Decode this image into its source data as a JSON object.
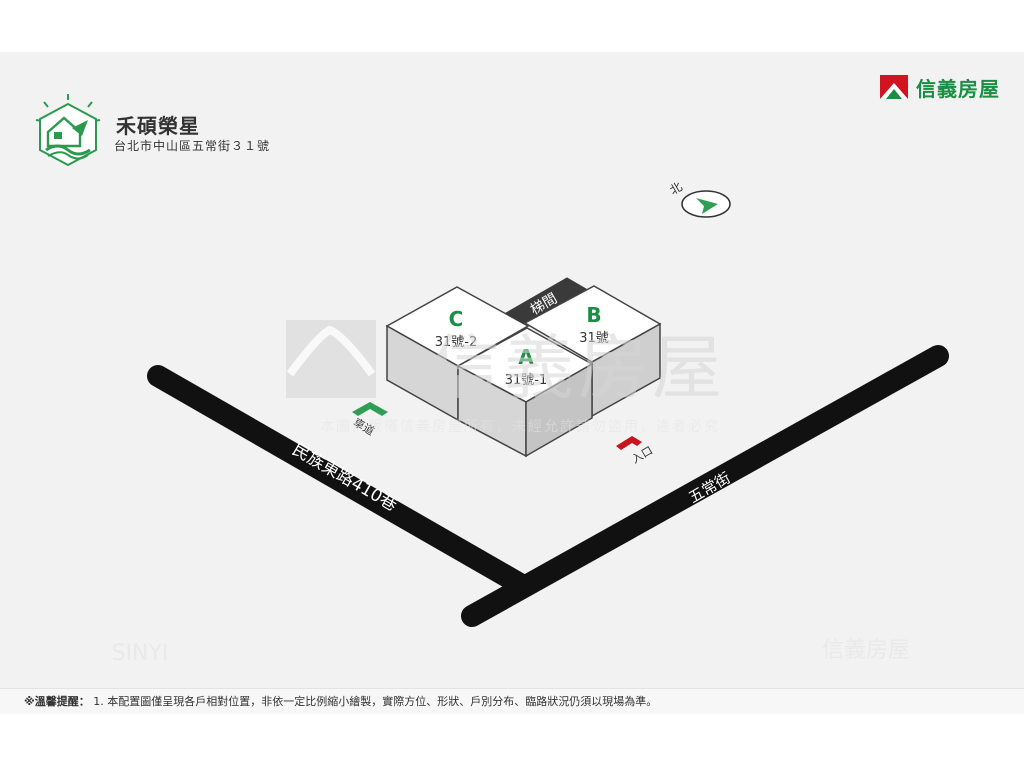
{
  "project": {
    "name": "禾碩榮星",
    "address": "台北市中山區五常街３１號"
  },
  "brand": {
    "name": "信義房屋",
    "color": "#1a8f43",
    "accent": "#d2141e"
  },
  "compass": {
    "label": "北"
  },
  "buildings": {
    "stair": "梯間",
    "c": {
      "letter": "C",
      "number": "31號-2"
    },
    "b": {
      "letter": "B",
      "number": "31號"
    },
    "a": {
      "letter": "A",
      "number": "31號-1"
    }
  },
  "roads": {
    "lane": "民族東路410巷",
    "street": "五常街"
  },
  "markers": {
    "garage": "車道",
    "entrance": "入口"
  },
  "watermark": {
    "big": "信義房屋",
    "line": "本圖片版權信義房屋所有，未經允許請勿盜用，違者必究",
    "small": "信義房屋",
    "latin": "SINYI"
  },
  "footer": {
    "lead": "※溫馨提醒：",
    "text": "1. 本配置圖僅呈現各戶相對位置，非依一定比例縮小繪製，實際方位、形狀、戶別分布、臨路狀況仍須以現場為準。"
  }
}
